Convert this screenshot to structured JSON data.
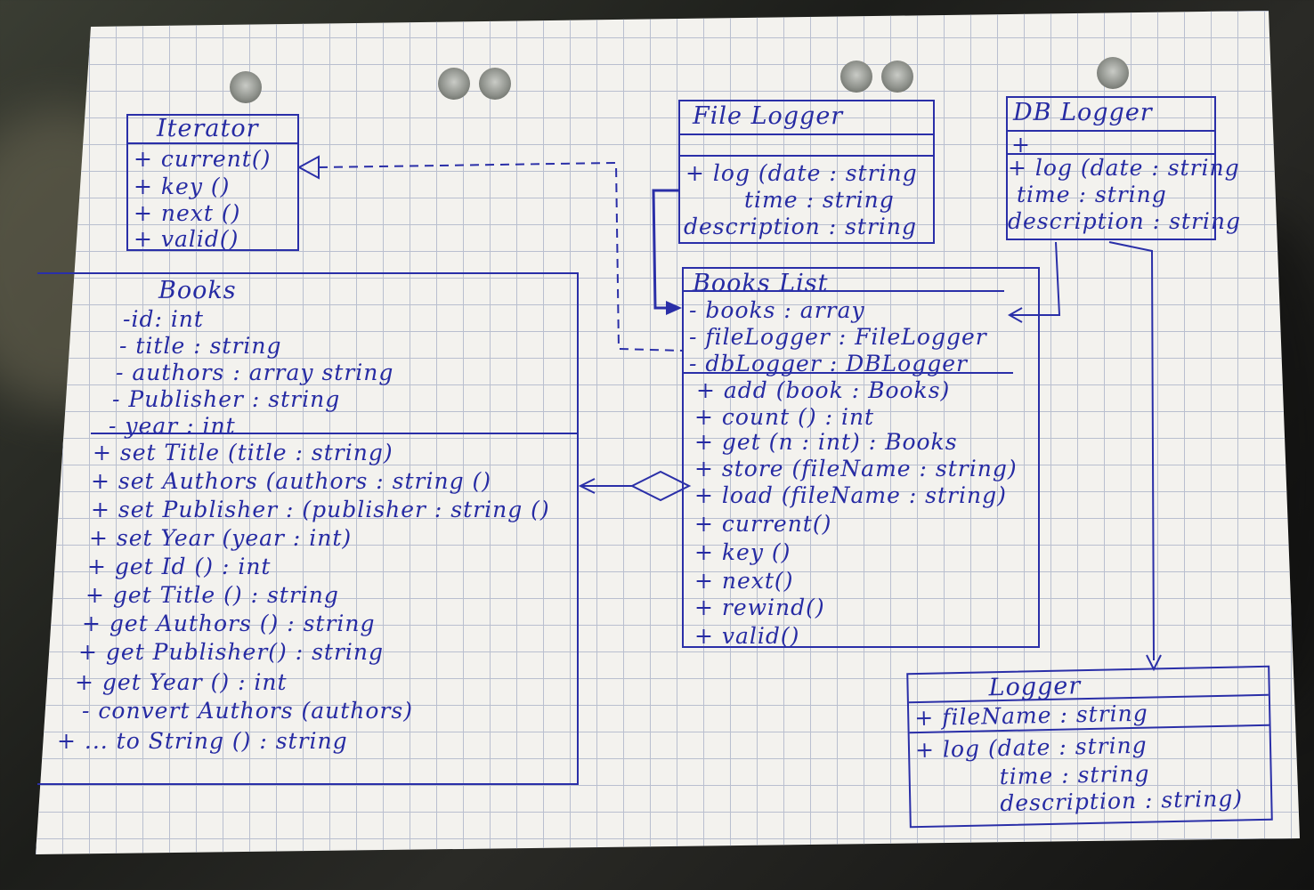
{
  "iterator": {
    "name": "Iterator",
    "methods": [
      "+ current()",
      "+ key ()",
      "+ next ()",
      "+ valid()"
    ]
  },
  "books": {
    "name": "Books",
    "attributes": [
      "-id: int",
      "- title : string",
      "- authors : array string",
      "- Publisher : string",
      "- year : int"
    ],
    "methods": [
      "+ set Title (title : string)",
      "+ set Authors (authors : string ()",
      "+ set Publisher : (publisher : string ()",
      "+ set Year (year : int)",
      "+ get Id () : int",
      "+ get Title () : string",
      "+ get Authors () : string",
      "+ get Publisher() : string",
      "+ get Year () : int",
      "- convert Authors (authors)",
      "+ ... to String () : string"
    ]
  },
  "file_logger": {
    "name": "File Logger",
    "methods": [
      "+ log (date : string",
      "time : string",
      "description : string"
    ]
  },
  "db_logger": {
    "name": "DB Logger",
    "attributes": [
      "+"
    ],
    "methods": [
      "+ log (date : string",
      "time : string",
      "description : string"
    ]
  },
  "books_list": {
    "name": "Books List",
    "attributes": [
      "- books : array",
      "- fileLogger : FileLogger",
      "- dbLogger : DBLogger"
    ],
    "methods": [
      "+ add (book : Books)",
      "+ count () : int",
      "+ get (n : int) : Books",
      "+ store (fileName : string)",
      "+ load (fileName : string)",
      "+ current()",
      "+ key ()",
      "+ next()",
      "+ rewind()",
      "+ valid()"
    ]
  },
  "logger": {
    "name": "Logger",
    "attributes": [
      "+ fileName : string"
    ],
    "methods": [
      "+ log (date : string",
      "time : string",
      "description : string)"
    ]
  },
  "colors": {
    "ink": "#262ba3",
    "paper": "#f3f2ee",
    "grid": "#b9bfcf"
  }
}
